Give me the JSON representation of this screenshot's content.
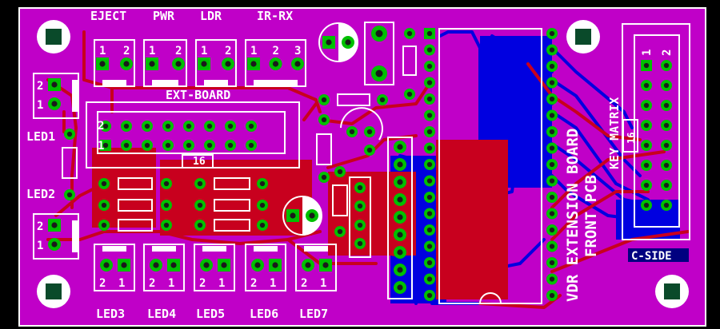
{
  "colors": {
    "background": "#000000",
    "board": "#c000c8",
    "outline": "#ffffff",
    "top_copper": "#c8001e",
    "bottom_copper": "#0000e0",
    "pad": "#00c000",
    "hole": "#1a1a1a",
    "silkscreen": "#ffffff",
    "mount_pad": "#ffffff",
    "mount_hole": "#0a4a2a",
    "cside_box": "#000080"
  },
  "labels": {
    "eject": "EJECT",
    "pwr": "PWR",
    "ldr": "LDR",
    "irrx": "IR-RX",
    "ext_board": "EXT-BOARD",
    "led1": "LED1",
    "led2": "LED2",
    "led3": "LED3",
    "led4": "LED4",
    "led5": "LED5",
    "led6": "LED6",
    "led7": "LED7",
    "key_matrix": "KEY MATRIX",
    "c_side": "C-SIDE",
    "board_title_1": "VDR EXTENSION BOARD",
    "board_title_2": "FRONT PCB",
    "ext_pin_count": "16",
    "km_pin_count": "16",
    "pin1": "1",
    "pin2": "2",
    "pin3": "3"
  }
}
